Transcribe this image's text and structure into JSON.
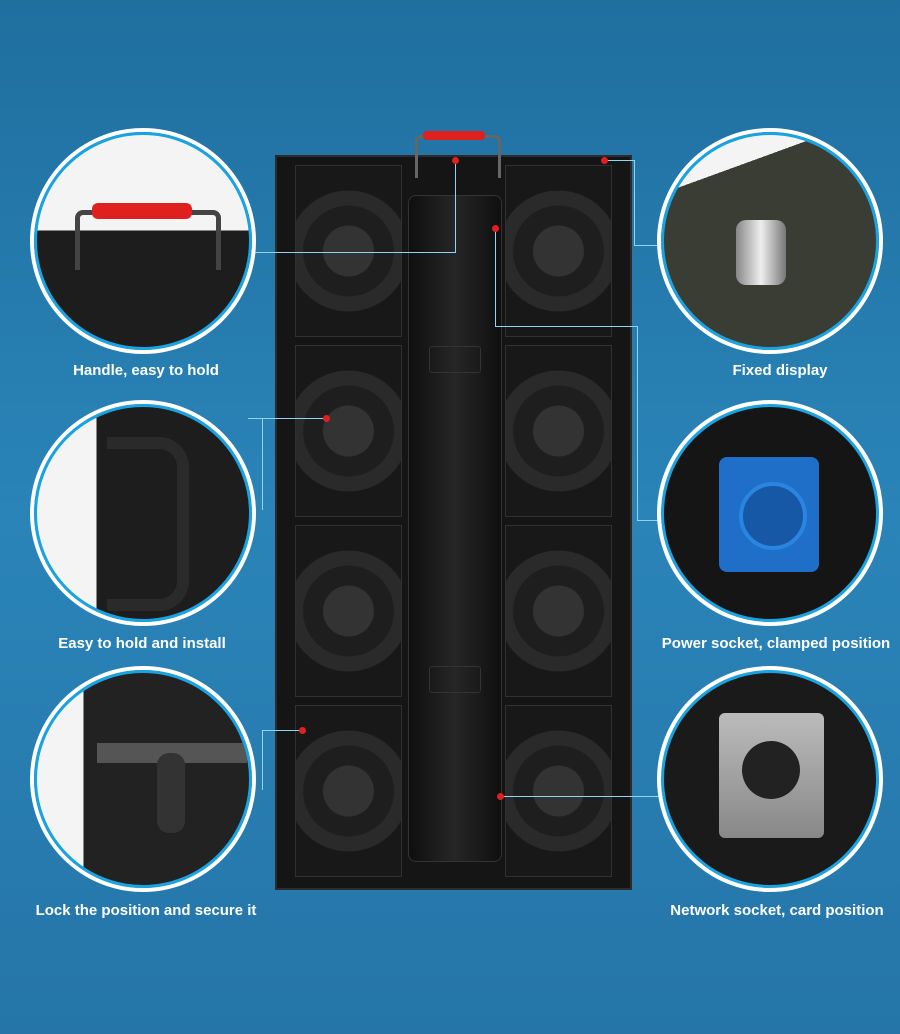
{
  "callouts": [
    {
      "label": "Handle, easy to hold",
      "icon": "handle-closeup"
    },
    {
      "label": "Easy to hold and install",
      "icon": "side-handle-closeup"
    },
    {
      "label": "Lock the position and secure it",
      "icon": "lock-closeup"
    },
    {
      "label": "Fixed display",
      "icon": "screw-closeup"
    },
    {
      "label": "Power socket, clamped position",
      "icon": "power-socket-closeup"
    },
    {
      "label": "Network socket, card position",
      "icon": "network-socket-closeup"
    }
  ],
  "colors": {
    "background": "#2a84b8",
    "ring": "#1aa3e0",
    "handle": "#e0201f",
    "power_socket": "#1f6fc8"
  }
}
